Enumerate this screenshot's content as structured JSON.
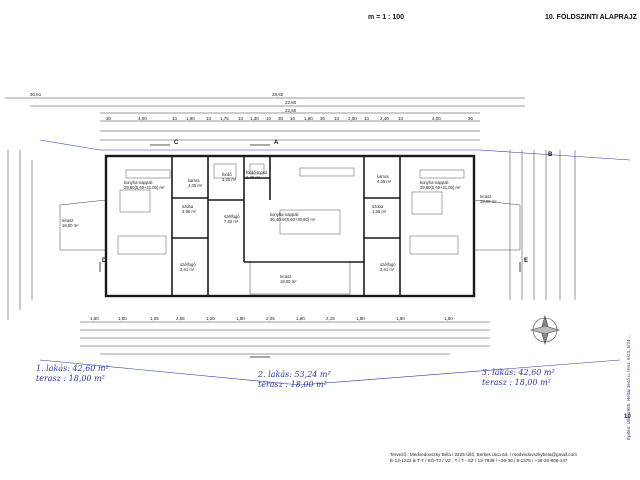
{
  "header": {
    "scale": "m = 1 : 100",
    "title": "10.  FÖLDSZINTI  ALAPRAJZ"
  },
  "overall_dimensions": {
    "total": "28,60",
    "left_offset": "30,61",
    "inner": "22,80",
    "wall": "22,50"
  },
  "top_dim_row": [
    "30",
    "4,00",
    "10",
    "1,90",
    "10",
    "1,75",
    "10",
    "1,30",
    "10",
    "30",
    "10",
    "1,80",
    "30",
    "10",
    "2,00",
    "10",
    "2,40",
    "10",
    "4,00",
    "30"
  ],
  "bottom_dim_row": [
    "1,50",
    "1,80",
    "1,05",
    "2,55",
    "1,20",
    "1,80",
    "2,05",
    "1,80",
    "2,15",
    "1,80",
    "1,90",
    "1,50"
  ],
  "units": [
    {
      "id": "unit-1",
      "rooms": [
        {
          "name": "konyha-nappali",
          "area": "29,60(5,60+21,00) m²"
        },
        {
          "name": "kamra",
          "area": "4,35 m²"
        },
        {
          "name": "szoba",
          "area": "3,90 m²"
        },
        {
          "name": "szélfogó",
          "area": "7,60 m²"
        },
        {
          "name": "szélfogó",
          "area": "3,61 m²"
        },
        {
          "name": "terasz",
          "area": "18,00 m²"
        }
      ]
    },
    {
      "id": "unit-2",
      "rooms": [
        {
          "name": "fürdő",
          "area": "3,20 m²"
        },
        {
          "name": "fürdő-mosó",
          "area": "2,45 m²"
        },
        {
          "name": "konyha-nappali",
          "area": "36,40m²(5,60+30,80) m²"
        },
        {
          "name": "terasz",
          "area": "18,00 m²"
        }
      ]
    },
    {
      "id": "unit-3",
      "rooms": [
        {
          "name": "kamra",
          "area": "4,35 m²"
        },
        {
          "name": "konyha-nappali",
          "area": "29,60(5,60+21,00) m²"
        },
        {
          "name": "terasz",
          "area": "18,00 m²"
        },
        {
          "name": "szoba",
          "area": "1,58 m²"
        },
        {
          "name": "szélfogó",
          "area": "3,61 m²"
        }
      ]
    }
  ],
  "summary_notes": [
    {
      "line1": "1. lakás:  42,60 m²",
      "line2": "terasz :  18,00 m²"
    },
    {
      "line1": "2. lakás:  53,24 m²",
      "line2": "terasz :  18,00 m²"
    },
    {
      "line1": "3. lakás:  42,60 m²",
      "line2": "terasz :  18,00 m²"
    }
  ],
  "section_markers": [
    "C",
    "A",
    "B",
    "D",
    "E"
  ],
  "footer": {
    "line1": "Tervező : Medvedovszky Béla / 2225 Üllő, Berkes utca 64. / medvedovszkybela@gmail.com",
    "line2": "É-13-1222 & T-T / KÖ-T2 / VZ : T / T - SZ / 13-7938 / +36-30 / 8-1375 / +36-20-808-147"
  },
  "page_number": "10",
  "side_note": "Építés: Üllő, 1955. Heltai Jenő u. Hrsz. 5/23, 5/24 ...",
  "colors": {
    "ink": "#1a1a1a",
    "wall": "#222222",
    "annotation": "#2b3aa8",
    "dim": "#333333"
  }
}
